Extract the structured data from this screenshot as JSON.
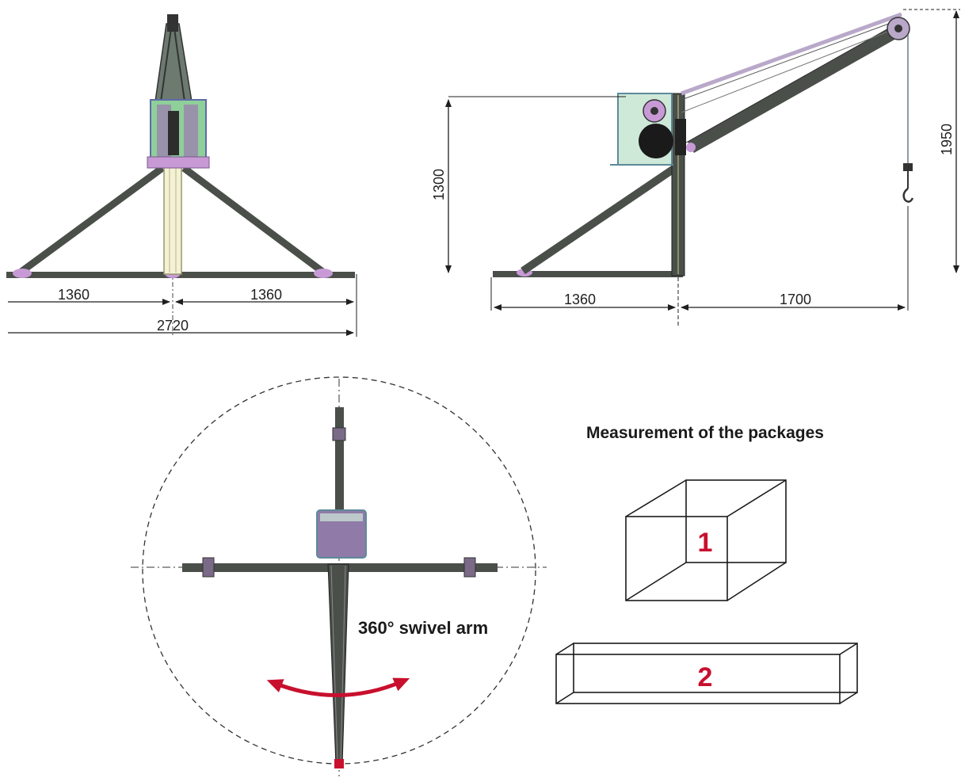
{
  "front_view": {
    "dim_left": "1360",
    "dim_right": "1360",
    "dim_total": "2720"
  },
  "side_view": {
    "dim_mast_height": "1300",
    "dim_total_height": "1950",
    "dim_base": "1360",
    "dim_reach": "1700"
  },
  "top_view": {
    "swivel_label": "360° swivel arm"
  },
  "packages": {
    "heading": "Measurement of the packages",
    "package_1_label": "1",
    "package_2_label": "2"
  },
  "colors": {
    "line": "#222222",
    "steel": "#4a4f4a",
    "frame_green": "#8fcf9a",
    "frame_purple": "#9b7fb0",
    "joint_pink": "#c79ad6",
    "accent_red": "#c8102e",
    "cable": "#b9a8c9"
  }
}
